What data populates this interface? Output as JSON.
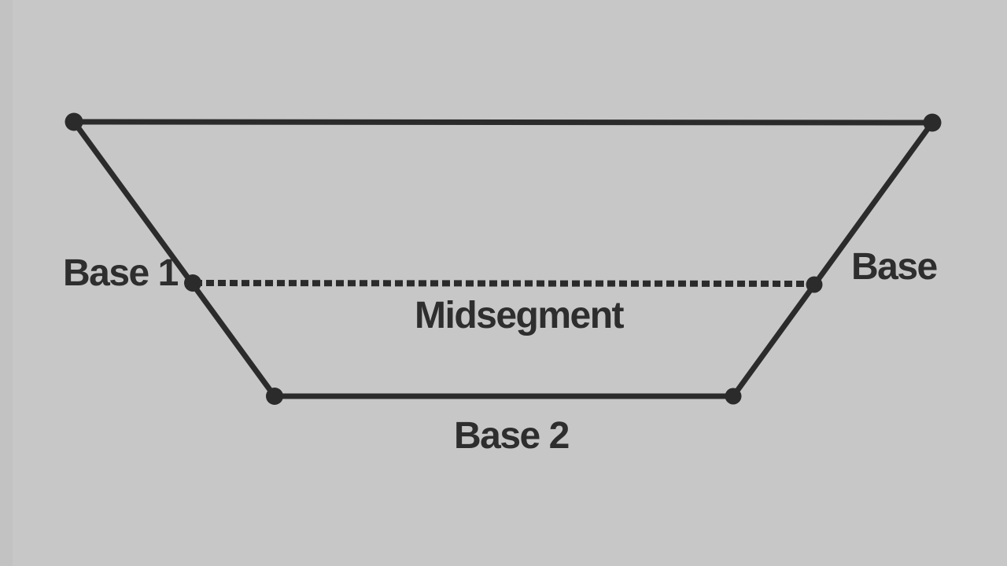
{
  "figure": {
    "labels": {
      "base1": "Base 1",
      "base_right": "Base",
      "midsegment": "Midsegment",
      "base2": "Base 2"
    },
    "colors": {
      "background": "#c7c7c7",
      "line": "#2b2b2b",
      "text": "#2e2e2e"
    }
  }
}
